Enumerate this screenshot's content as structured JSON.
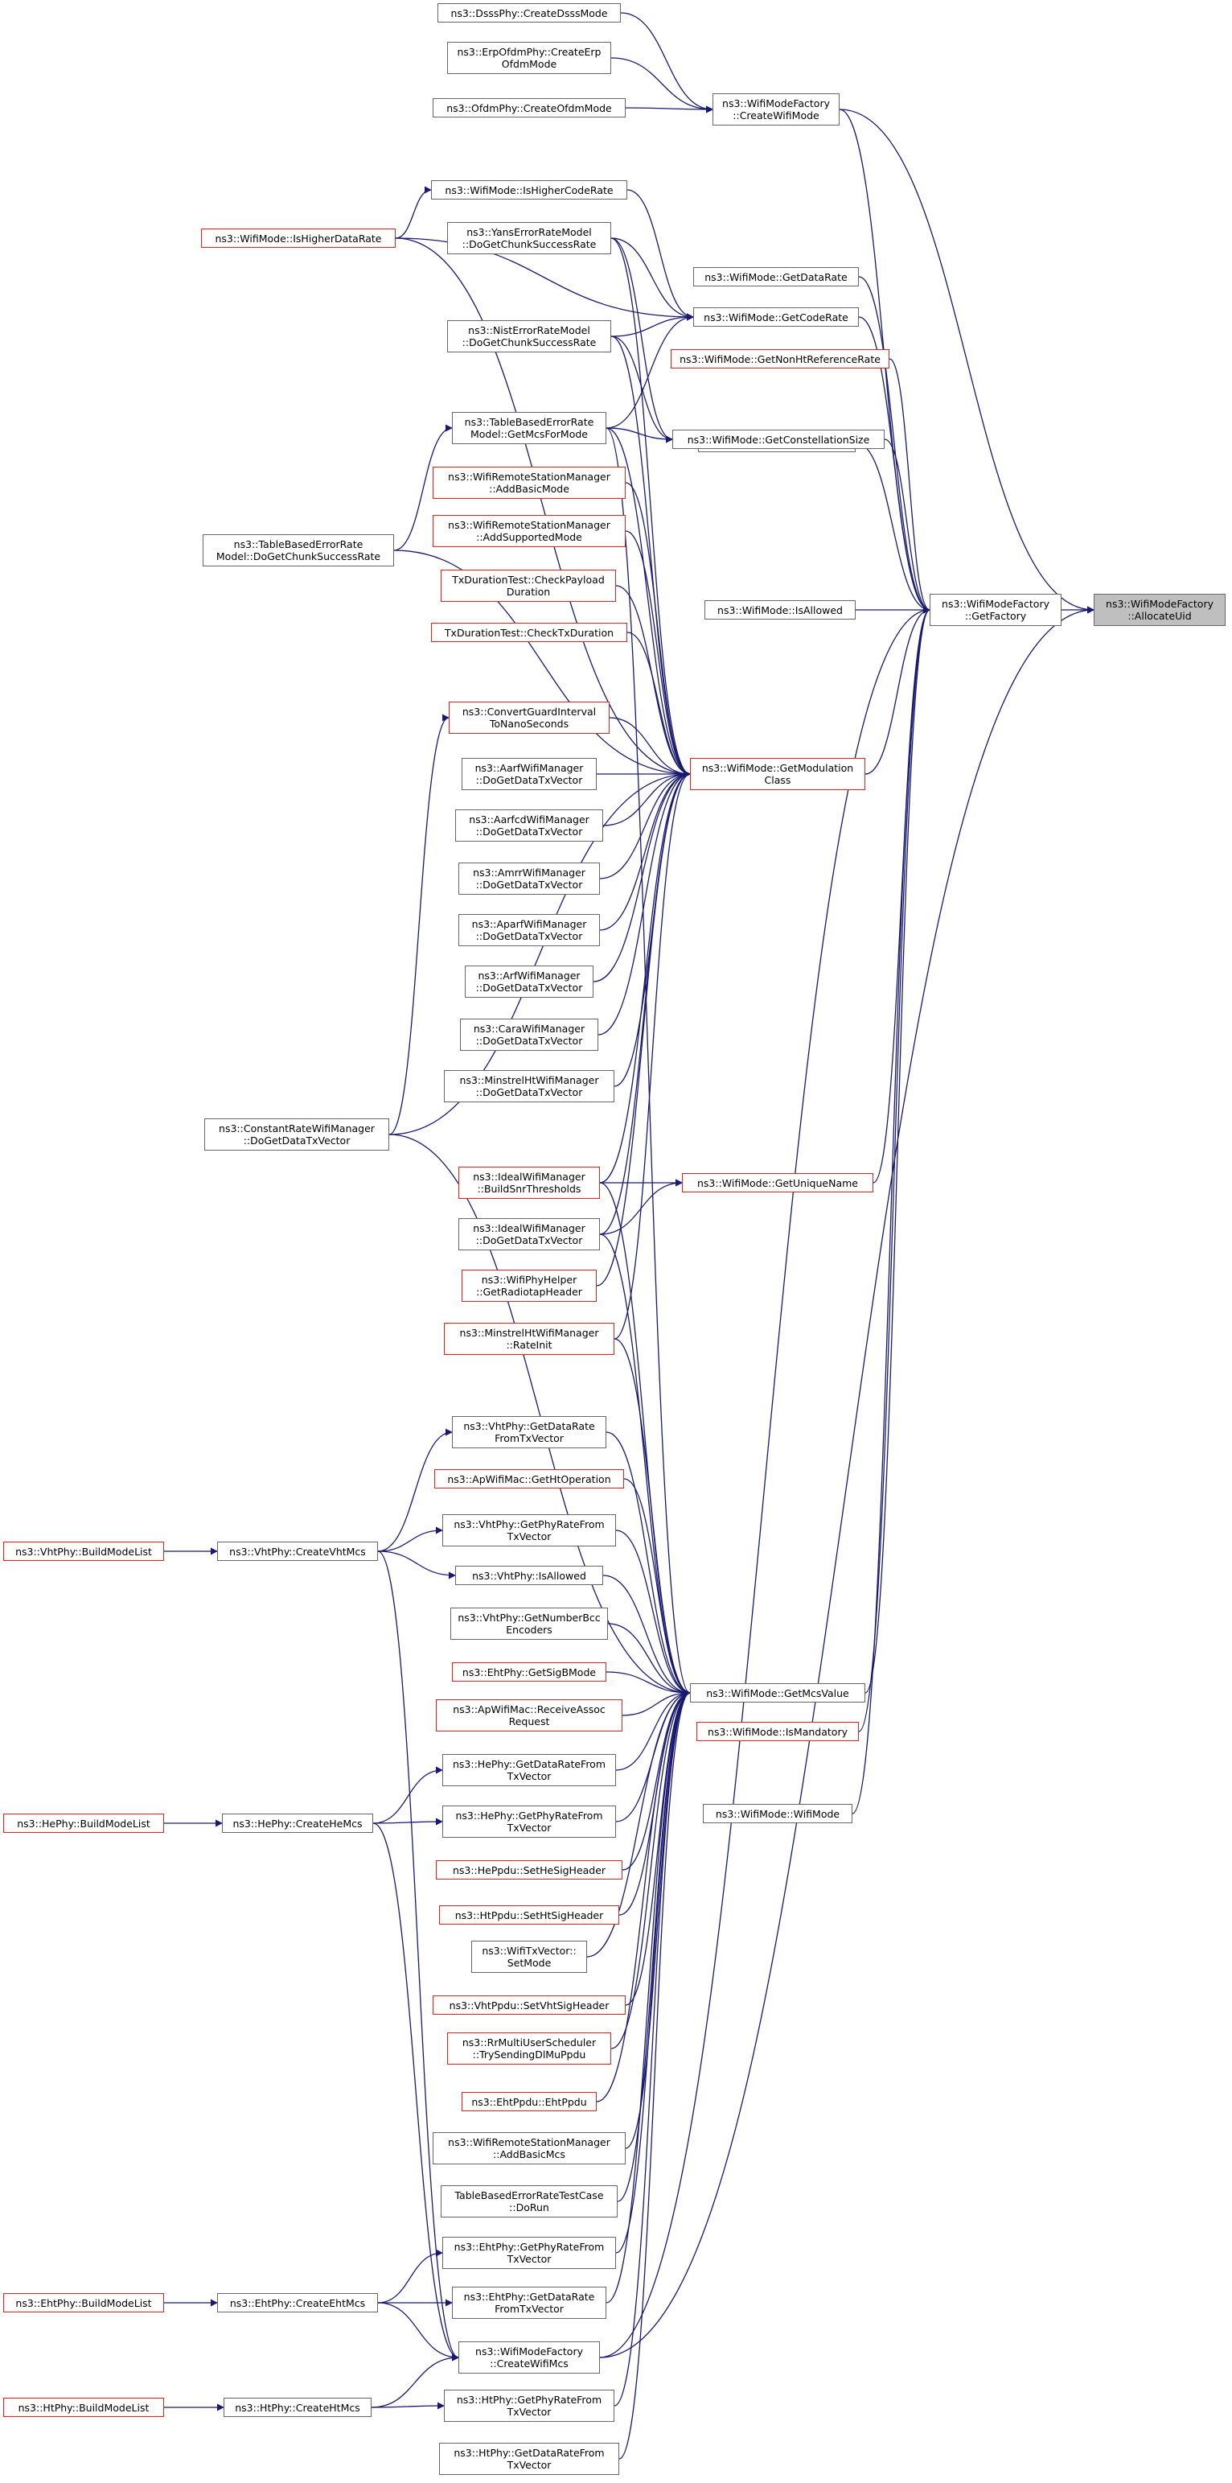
{
  "colors": {
    "edge": "#191970",
    "node_border": "#666666",
    "node_border_incomplete": "#e0231e",
    "root_fill": "#bfbfbf"
  },
  "nodes": [
    {
      "id": "root",
      "lines": [
        "ns3::WifiModeFactory",
        "::AllocateUid"
      ],
      "style": "root"
    },
    {
      "id": "getfactory",
      "lines": [
        "ns3::WifiModeFactory",
        "::GetFactory"
      ],
      "style": "normal"
    },
    {
      "id": "createwifimode",
      "lines": [
        "ns3::WifiModeFactory",
        "::CreateWifiMode"
      ],
      "style": "normal"
    },
    {
      "id": "dsss",
      "lines": [
        "ns3::DsssPhy::CreateDsssMode"
      ],
      "style": "normal"
    },
    {
      "id": "erp",
      "lines": [
        "ns3::ErpOfdmPhy::CreateErp",
        "OfdmMode"
      ],
      "style": "normal"
    },
    {
      "id": "ofdm",
      "lines": [
        "ns3::OfdmPhy::CreateOfdmMode"
      ],
      "style": "normal"
    },
    {
      "id": "ishighercoderate",
      "lines": [
        "ns3::WifiMode::IsHigherCodeRate"
      ],
      "style": "normal"
    },
    {
      "id": "ishigherdatarate",
      "lines": [
        "ns3::WifiMode::IsHigherDataRate"
      ],
      "style": "red"
    },
    {
      "id": "yans",
      "lines": [
        "ns3::YansErrorRateModel",
        "::DoGetChunkSuccessRate"
      ],
      "style": "normal"
    },
    {
      "id": "getdatarate",
      "lines": [
        "ns3::WifiMode::GetDataRate"
      ],
      "style": "normal"
    },
    {
      "id": "getcoderate",
      "lines": [
        "ns3::WifiMode::GetCodeRate"
      ],
      "style": "normal"
    },
    {
      "id": "nist",
      "lines": [
        "ns3::NistErrorRateModel",
        "::DoGetChunkSuccessRate"
      ],
      "style": "normal"
    },
    {
      "id": "getnonht",
      "lines": [
        "ns3::WifiMode::GetNonHtReferenceRate"
      ],
      "style": "red"
    },
    {
      "id": "tbgetmcs",
      "lines": [
        "ns3::TableBasedErrorRate",
        "Model::GetMcsForMode"
      ],
      "style": "normal"
    },
    {
      "id": "getphyrate",
      "lines": [
        "ns3::WifiMode::GetPhyRate"
      ],
      "style": "normal"
    },
    {
      "id": "getconstellation",
      "lines": [
        "ns3::WifiMode::GetConstellationSize"
      ],
      "style": "normal"
    },
    {
      "id": "addbasicmode",
      "lines": [
        "ns3::WifiRemoteStationManager",
        "::AddBasicMode"
      ],
      "style": "red"
    },
    {
      "id": "addsupported",
      "lines": [
        "ns3::WifiRemoteStationManager",
        "::AddSupportedMode"
      ],
      "style": "red"
    },
    {
      "id": "tbdoget",
      "lines": [
        "ns3::TableBasedErrorRate",
        "Model::DoGetChunkSuccessRate"
      ],
      "style": "normal"
    },
    {
      "id": "isallowed",
      "lines": [
        "ns3::WifiMode::IsAllowed"
      ],
      "style": "normal"
    },
    {
      "id": "checkpayload",
      "lines": [
        "TxDurationTest::CheckPayload",
        "Duration"
      ],
      "style": "red"
    },
    {
      "id": "checktx",
      "lines": [
        "TxDurationTest::CheckTxDuration"
      ],
      "style": "red"
    },
    {
      "id": "convertgi",
      "lines": [
        "ns3::ConvertGuardInterval",
        "ToNanoSeconds"
      ],
      "style": "red"
    },
    {
      "id": "getmodclass",
      "lines": [
        "ns3::WifiMode::GetModulation",
        "Class"
      ],
      "style": "red"
    },
    {
      "id": "aarf",
      "lines": [
        "ns3::AarfWifiManager",
        "::DoGetDataTxVector"
      ],
      "style": "normal"
    },
    {
      "id": "aarfcd",
      "lines": [
        "ns3::AarfcdWifiManager",
        "::DoGetDataTxVector"
      ],
      "style": "normal"
    },
    {
      "id": "amrr",
      "lines": [
        "ns3::AmrrWifiManager",
        "::DoGetDataTxVector"
      ],
      "style": "normal"
    },
    {
      "id": "aparf",
      "lines": [
        "ns3::AparfWifiManager",
        "::DoGetDataTxVector"
      ],
      "style": "normal"
    },
    {
      "id": "arf",
      "lines": [
        "ns3::ArfWifiManager",
        "::DoGetDataTxVector"
      ],
      "style": "normal"
    },
    {
      "id": "cara",
      "lines": [
        "ns3::CaraWifiManager",
        "::DoGetDataTxVector"
      ],
      "style": "normal"
    },
    {
      "id": "minstrelht",
      "lines": [
        "ns3::MinstrelHtWifiManager",
        "::DoGetDataTxVector"
      ],
      "style": "normal"
    },
    {
      "id": "constantrate",
      "lines": [
        "ns3::ConstantRateWifiManager",
        "::DoGetDataTxVector"
      ],
      "style": "normal"
    },
    {
      "id": "idealbuild",
      "lines": [
        "ns3::IdealWifiManager",
        "::BuildSnrThresholds"
      ],
      "style": "red"
    },
    {
      "id": "getuniquename",
      "lines": [
        "ns3::WifiMode::GetUniqueName"
      ],
      "style": "red"
    },
    {
      "id": "idealdoget",
      "lines": [
        "ns3::IdealWifiManager",
        "::DoGetDataTxVector"
      ],
      "style": "normal"
    },
    {
      "id": "radiotap",
      "lines": [
        "ns3::WifiPhyHelper",
        "::GetRadiotapHeader"
      ],
      "style": "red"
    },
    {
      "id": "rateinit",
      "lines": [
        "ns3::MinstrelHtWifiManager",
        "::RateInit"
      ],
      "style": "red"
    },
    {
      "id": "vhtgetdatarate",
      "lines": [
        "ns3::VhtPhy::GetDataRate",
        "FromTxVector"
      ],
      "style": "normal"
    },
    {
      "id": "apgetht",
      "lines": [
        "ns3::ApWifiMac::GetHtOperation"
      ],
      "style": "red"
    },
    {
      "id": "vhtbuild",
      "lines": [
        "ns3::VhtPhy::BuildModeList"
      ],
      "style": "red"
    },
    {
      "id": "vhtcreate",
      "lines": [
        "ns3::VhtPhy::CreateVhtMcs"
      ],
      "style": "normal"
    },
    {
      "id": "vhtgetphyrate",
      "lines": [
        "ns3::VhtPhy::GetPhyRateFrom",
        "TxVector"
      ],
      "style": "normal"
    },
    {
      "id": "vhtisallowed",
      "lines": [
        "ns3::VhtPhy::IsAllowed"
      ],
      "style": "normal"
    },
    {
      "id": "vhtnumbcc",
      "lines": [
        "ns3::VhtPhy::GetNumberBcc",
        "Encoders"
      ],
      "style": "normal"
    },
    {
      "id": "ehtsigb",
      "lines": [
        "ns3::EhtPhy::GetSigBMode"
      ],
      "style": "red"
    },
    {
      "id": "getmcsvalue",
      "lines": [
        "ns3::WifiMode::GetMcsValue"
      ],
      "style": "normal"
    },
    {
      "id": "receiveassoc",
      "lines": [
        "ns3::ApWifiMac::ReceiveAssoc",
        "Request"
      ],
      "style": "red"
    },
    {
      "id": "ismandatory",
      "lines": [
        "ns3::WifiMode::IsMandatory"
      ],
      "style": "red"
    },
    {
      "id": "hegetdatarate",
      "lines": [
        "ns3::HePhy::GetDataRateFrom",
        "TxVector"
      ],
      "style": "normal"
    },
    {
      "id": "wifimodector",
      "lines": [
        "ns3::WifiMode::WifiMode"
      ],
      "style": "normal"
    },
    {
      "id": "hebuild",
      "lines": [
        "ns3::HePhy::BuildModeList"
      ],
      "style": "red"
    },
    {
      "id": "hecreate",
      "lines": [
        "ns3::HePhy::CreateHeMcs"
      ],
      "style": "normal"
    },
    {
      "id": "hegetphyrate",
      "lines": [
        "ns3::HePhy::GetPhyRateFrom",
        "TxVector"
      ],
      "style": "normal"
    },
    {
      "id": "hesig",
      "lines": [
        "ns3::HePpdu::SetHeSigHeader"
      ],
      "style": "red"
    },
    {
      "id": "htsig",
      "lines": [
        "ns3::HtPpdu::SetHtSigHeader"
      ],
      "style": "red"
    },
    {
      "id": "txvector",
      "lines": [
        "ns3::WifiTxVector::",
        "SetMode"
      ],
      "style": "normal"
    },
    {
      "id": "vhtsig",
      "lines": [
        "ns3::VhtPpdu::SetVhtSigHeader"
      ],
      "style": "red"
    },
    {
      "id": "rrmulti",
      "lines": [
        "ns3::RrMultiUserScheduler",
        "::TrySendingDlMuPpdu"
      ],
      "style": "red"
    },
    {
      "id": "ehtppdu",
      "lines": [
        "ns3::EhtPpdu::EhtPpdu"
      ],
      "style": "red"
    },
    {
      "id": "addbasicmcs",
      "lines": [
        "ns3::WifiRemoteStationManager",
        "::AddBasicMcs"
      ],
      "style": "normal"
    },
    {
      "id": "tbtest",
      "lines": [
        "TableBasedErrorRateTestCase",
        "::DoRun"
      ],
      "style": "normal"
    },
    {
      "id": "ehtgetphyrate",
      "lines": [
        "ns3::EhtPhy::GetPhyRateFrom",
        "TxVector"
      ],
      "style": "normal"
    },
    {
      "id": "ehtbuild",
      "lines": [
        "ns3::EhtPhy::BuildModeList"
      ],
      "style": "red"
    },
    {
      "id": "ehtcreate",
      "lines": [
        "ns3::EhtPhy::CreateEhtMcs"
      ],
      "style": "normal"
    },
    {
      "id": "ehtgetdatarate",
      "lines": [
        "ns3::EhtPhy::GetDataRate",
        "FromTxVector"
      ],
      "style": "normal"
    },
    {
      "id": "createwifimcs",
      "lines": [
        "ns3::WifiModeFactory",
        "::CreateWifiMcs"
      ],
      "style": "normal"
    },
    {
      "id": "htbuild",
      "lines": [
        "ns3::HtPhy::BuildModeList"
      ],
      "style": "red"
    },
    {
      "id": "htcreate",
      "lines": [
        "ns3::HtPhy::CreateHtMcs"
      ],
      "style": "normal"
    },
    {
      "id": "htgetphyrate",
      "lines": [
        "ns3::HtPhy::GetPhyRateFrom",
        "TxVector"
      ],
      "style": "normal"
    },
    {
      "id": "htgetdatarate",
      "lines": [
        "ns3::HtPhy::GetDataRateFrom",
        "TxVector"
      ],
      "style": "normal"
    }
  ],
  "edges": [
    [
      "getfactory",
      "root"
    ],
    [
      "createwifimode",
      "root"
    ],
    [
      "createwifimcs",
      "root"
    ],
    [
      "dsss",
      "createwifimode"
    ],
    [
      "erp",
      "createwifimode"
    ],
    [
      "ofdm",
      "createwifimode"
    ],
    [
      "createwifimode",
      "getfactory"
    ],
    [
      "getdatarate",
      "getfactory"
    ],
    [
      "getcoderate",
      "getfactory"
    ],
    [
      "getnonht",
      "getfactory"
    ],
    [
      "getphyrate",
      "getfactory"
    ],
    [
      "getconstellation",
      "getfactory"
    ],
    [
      "isallowed",
      "getfactory"
    ],
    [
      "getmodclass",
      "getfactory"
    ],
    [
      "getuniquename",
      "getfactory"
    ],
    [
      "getmcsvalue",
      "getfactory"
    ],
    [
      "ismandatory",
      "getfactory"
    ],
    [
      "wifimodector",
      "getfactory"
    ],
    [
      "createwifimcs",
      "getfactory"
    ],
    [
      "ishighercoderate",
      "getcoderate"
    ],
    [
      "ishigherdatarate",
      "getcoderate"
    ],
    [
      "yans",
      "getcoderate"
    ],
    [
      "nist",
      "getcoderate"
    ],
    [
      "tbgetmcs",
      "getcoderate"
    ],
    [
      "ishigherdatarate",
      "ishighercoderate"
    ],
    [
      "tbdoget",
      "tbgetmcs"
    ],
    [
      "yans",
      "getconstellation"
    ],
    [
      "nist",
      "getconstellation"
    ],
    [
      "tbgetmcs",
      "getconstellation"
    ],
    [
      "ishigherdatarate",
      "getmodclass"
    ],
    [
      "yans",
      "getmodclass"
    ],
    [
      "nist",
      "getmodclass"
    ],
    [
      "tbgetmcs",
      "getmodclass"
    ],
    [
      "addbasicmode",
      "getmodclass"
    ],
    [
      "addsupported",
      "getmodclass"
    ],
    [
      "tbdoget",
      "getmodclass"
    ],
    [
      "checkpayload",
      "getmodclass"
    ],
    [
      "checktx",
      "getmodclass"
    ],
    [
      "convertgi",
      "getmodclass"
    ],
    [
      "aarf",
      "getmodclass"
    ],
    [
      "aarfcd",
      "getmodclass"
    ],
    [
      "amrr",
      "getmodclass"
    ],
    [
      "aparf",
      "getmodclass"
    ],
    [
      "arf",
      "getmodclass"
    ],
    [
      "cara",
      "getmodclass"
    ],
    [
      "minstrelht",
      "getmodclass"
    ],
    [
      "constantrate",
      "getmodclass"
    ],
    [
      "idealbuild",
      "getmodclass"
    ],
    [
      "idealdoget",
      "getmodclass"
    ],
    [
      "radiotap",
      "getmodclass"
    ],
    [
      "rateinit",
      "getmodclass"
    ],
    [
      "constantrate",
      "convertgi"
    ],
    [
      "idealbuild",
      "getuniquename"
    ],
    [
      "idealdoget",
      "getuniquename"
    ],
    [
      "vhtbuild",
      "vhtcreate"
    ],
    [
      "vhtcreate",
      "vhtgetdatarate"
    ],
    [
      "vhtcreate",
      "vhtgetphyrate"
    ],
    [
      "vhtcreate",
      "vhtisallowed"
    ],
    [
      "vhtcreate",
      "createwifimcs"
    ],
    [
      "hebuild",
      "hecreate"
    ],
    [
      "hecreate",
      "hegetdatarate"
    ],
    [
      "hecreate",
      "hegetphyrate"
    ],
    [
      "hecreate",
      "createwifimcs"
    ],
    [
      "ehtbuild",
      "ehtcreate"
    ],
    [
      "ehtcreate",
      "ehtgetphyrate"
    ],
    [
      "ehtcreate",
      "ehtgetdatarate"
    ],
    [
      "ehtcreate",
      "createwifimcs"
    ],
    [
      "htbuild",
      "htcreate"
    ],
    [
      "htcreate",
      "htgetphyrate"
    ],
    [
      "htcreate",
      "createwifimcs"
    ],
    [
      "tbgetmcs",
      "getmcsvalue"
    ],
    [
      "idealbuild",
      "getmcsvalue"
    ],
    [
      "idealdoget",
      "getmcsvalue"
    ],
    [
      "rateinit",
      "getmcsvalue"
    ],
    [
      "constantrate",
      "getmcsvalue"
    ],
    [
      "vhtgetdatarate",
      "getmcsvalue"
    ],
    [
      "apgetht",
      "getmcsvalue"
    ],
    [
      "vhtgetphyrate",
      "getmcsvalue"
    ],
    [
      "vhtisallowed",
      "getmcsvalue"
    ],
    [
      "vhtnumbcc",
      "getmcsvalue"
    ],
    [
      "ehtsigb",
      "getmcsvalue"
    ],
    [
      "receiveassoc",
      "getmcsvalue"
    ],
    [
      "hegetdatarate",
      "getmcsvalue"
    ],
    [
      "hegetphyrate",
      "getmcsvalue"
    ],
    [
      "hesig",
      "getmcsvalue"
    ],
    [
      "htsig",
      "getmcsvalue"
    ],
    [
      "txvector",
      "getmcsvalue"
    ],
    [
      "vhtsig",
      "getmcsvalue"
    ],
    [
      "rrmulti",
      "getmcsvalue"
    ],
    [
      "ehtppdu",
      "getmcsvalue"
    ],
    [
      "addbasicmcs",
      "getmcsvalue"
    ],
    [
      "tbtest",
      "getmcsvalue"
    ],
    [
      "ehtgetphyrate",
      "getmcsvalue"
    ],
    [
      "ehtgetdatarate",
      "getmcsvalue"
    ],
    [
      "htgetphyrate",
      "getmcsvalue"
    ],
    [
      "htgetdatarate",
      "getmcsvalue"
    ]
  ]
}
